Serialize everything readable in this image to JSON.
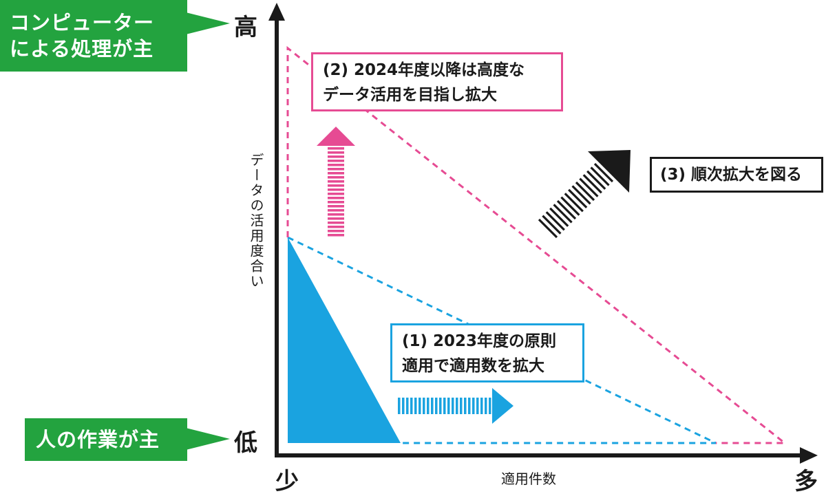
{
  "callouts": {
    "high": {
      "lines": [
        "コンピューター",
        "による処理が主"
      ],
      "color": "#23a33f"
    },
    "low": {
      "lines": [
        "人の作業が主"
      ],
      "color": "#23a33f"
    }
  },
  "axes": {
    "y_high": "高",
    "y_low": "低",
    "x_low": "少",
    "x_high": "多",
    "xlabel": "適用件数",
    "ylabel": "データの活用度合い"
  },
  "phases": [
    {
      "lines": [
        "(2) 2024年度以降は高度な",
        "データ活用を目指し拡大"
      ],
      "color": "#e64b93",
      "arrow": "up"
    },
    {
      "lines": [
        "(3) 順次拡大を図る"
      ],
      "color": "#1a1a1a",
      "arrow": "diagonal"
    },
    {
      "lines": [
        "(1) 2023年度の原則",
        "適用で適用数を拡大"
      ],
      "color": "#1aa3e0",
      "arrow": "right"
    }
  ],
  "colors": {
    "accent_green": "#23a33f",
    "pink": "#e64b93",
    "blue": "#1aa3e0",
    "black": "#1a1a1a"
  }
}
